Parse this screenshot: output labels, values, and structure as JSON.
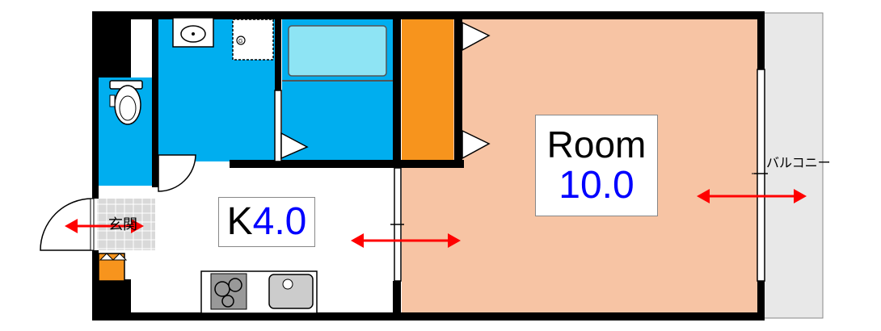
{
  "labels": {
    "room_title": "Room",
    "room_size": "10.0",
    "kitchen_letter": "K",
    "kitchen_size": "4.0",
    "entrance": "玄関",
    "balcony": "バルコニー"
  },
  "colors": {
    "wall": "#000000",
    "room_floor": "#f7c4a4",
    "wet_area": "#00aeef",
    "bathtub": "#8ee4f4",
    "closet": "#f7941d",
    "balcony_floor": "#e8e8e8",
    "arrow": "#ff0000",
    "size_text": "#0000ff",
    "tile": "#d9d9d9"
  }
}
